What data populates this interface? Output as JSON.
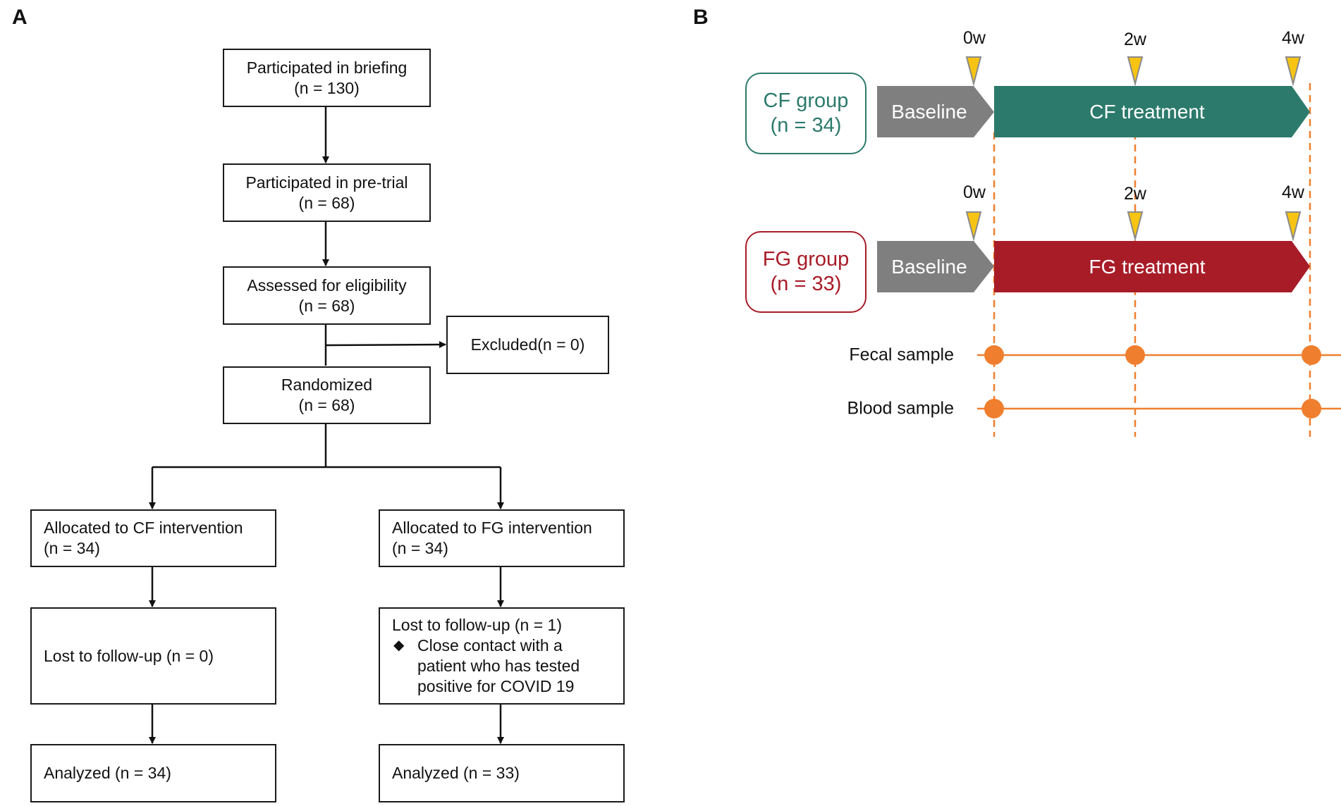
{
  "panels": {
    "a": "A",
    "b": "B"
  },
  "flowchart": {
    "briefing": {
      "line1": "Participated in briefing",
      "line2": "(n = 130)"
    },
    "pretrial": {
      "line1": "Participated in pre-trial",
      "line2": "(n = 68)"
    },
    "eligibility": {
      "line1": "Assessed for eligibility",
      "line2": "(n = 68)"
    },
    "excluded": {
      "text": "Excluded(n = 0)"
    },
    "randomized": {
      "line1": "Randomized",
      "line2": "(n = 68)"
    },
    "alloc_cf": {
      "line1": "Allocated to CF intervention",
      "line2": "(n = 34)"
    },
    "alloc_fg": {
      "line1": "Allocated to FG intervention",
      "line2": "(n = 34)"
    },
    "lost_cf": {
      "text": "Lost to follow-up (n = 0)"
    },
    "lost_fg": {
      "line1": "Lost to follow-up (n = 1)",
      "bullet": "◆",
      "bullet_line1": "Close contact with a",
      "bullet_line2": "patient who has tested",
      "bullet_line3": "positive for COVID 19"
    },
    "analyzed_cf": {
      "text": "Analyzed (n = 34)"
    },
    "analyzed_fg": {
      "text": "Analyzed (n = 33)"
    }
  },
  "timeline": {
    "weeks": [
      "0w",
      "2w",
      "4w"
    ],
    "cf_group": {
      "name": "CF group",
      "n": "(n = 34)",
      "color": "#2c7a6c",
      "baseline": "Baseline",
      "treatment": "CF treatment"
    },
    "fg_group": {
      "name": "FG group",
      "n": "(n = 33)",
      "color": "#a81c28",
      "baseline": "Baseline",
      "treatment": "FG treatment"
    },
    "baseline_color": "#7f7f7f",
    "marker_color": "#f7c414",
    "sample_color": "#ef7f2e",
    "samples": [
      {
        "label": "Fecal sample",
        "weeks": [
          "0w",
          "2w",
          "4w"
        ]
      },
      {
        "label": "Blood sample",
        "weeks": [
          "0w",
          "4w"
        ]
      }
    ]
  }
}
